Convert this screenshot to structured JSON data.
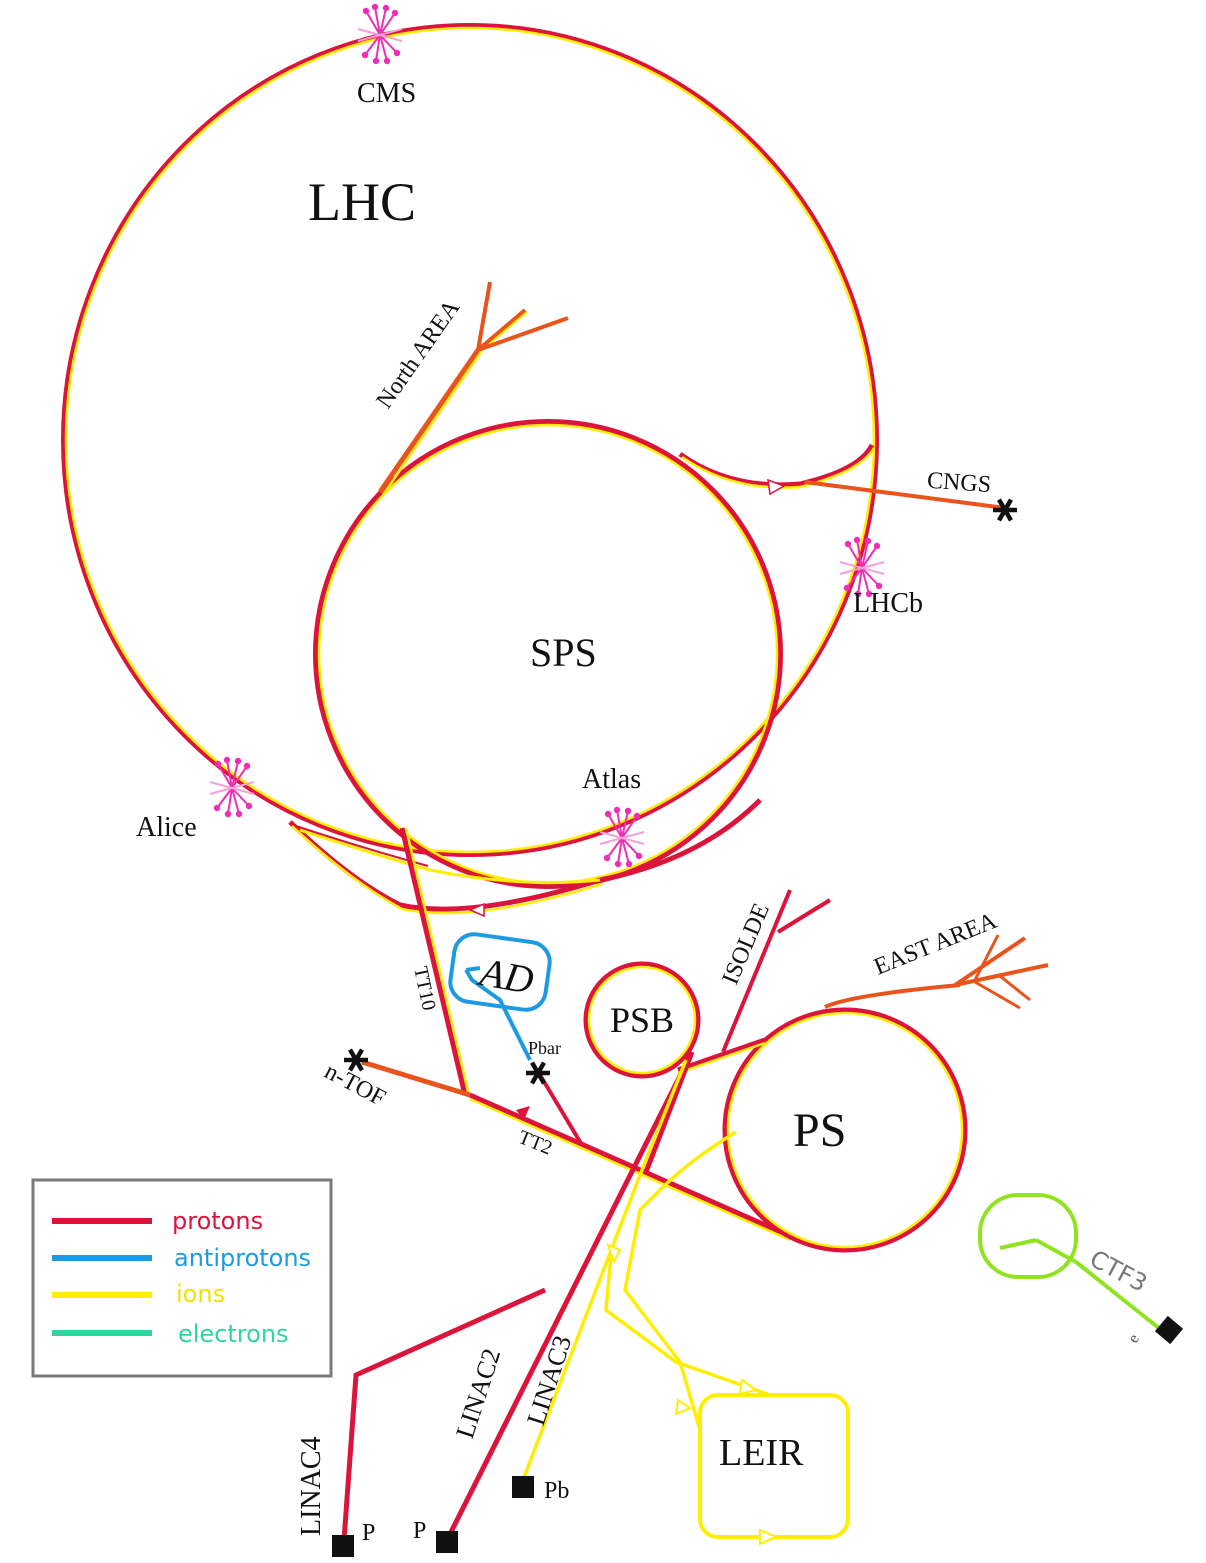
{
  "colors": {
    "protons": "#dc143c",
    "antiprotons": "#1e9be0",
    "ions": "#ffee00",
    "electrons": "#2ed6a0",
    "transfer": "#e9531c",
    "ctf3": "#8fe31f",
    "detector": "#ee2fb6"
  },
  "labels": {
    "lhc": "LHC",
    "sps": "SPS",
    "ps": "PS",
    "psb": "PSB",
    "ad": "AD",
    "leir": "LEIR",
    "cms": "CMS",
    "alice": "Alice",
    "atlas": "Atlas",
    "lhcb": "LHCb",
    "north_area": "North AREA",
    "cngs": "CNGS",
    "isolde": "ISOLDE",
    "east_area": "EAST AREA",
    "tt10": "TT10",
    "tt2": "TT2",
    "ntof": "n-TOF",
    "pbar": "Pbar",
    "ctf3": "CTF3",
    "linac2": "LINAC2",
    "linac3": "LINAC3",
    "linac4": "LINAC4",
    "p_linac4": "P",
    "p_linac2": "P",
    "pb": "Pb",
    "electron_source": "e"
  },
  "legend": {
    "items": [
      {
        "key": "protons",
        "label": "protons",
        "color": "#dc143c"
      },
      {
        "key": "antiprotons",
        "label": "antiprotons",
        "color": "#1e9be0"
      },
      {
        "key": "ions",
        "label": "ions",
        "color": "#ffee00"
      },
      {
        "key": "electrons",
        "label": "electrons",
        "color": "#2ed6a0"
      }
    ]
  }
}
